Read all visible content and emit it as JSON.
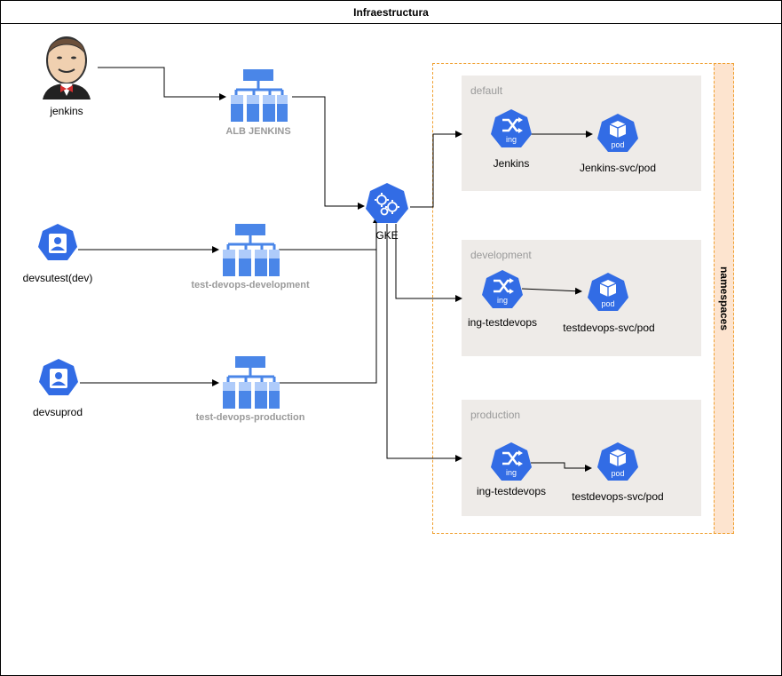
{
  "title": "Infraestructura",
  "actors": {
    "jenkins": "jenkins",
    "dev": "devsutest(dev)",
    "prod": "devsuprod"
  },
  "load_balancers": {
    "alb_jenkins": "ALB JENKINS",
    "dev": "test-devops-development",
    "prod": "test-devops-production"
  },
  "gke": "GKE",
  "namespaces_label": "namespaces",
  "namespaces": [
    {
      "name": "default",
      "ingress": "Jenkins",
      "service": "Jenkins-svc/pod"
    },
    {
      "name": "development",
      "ingress": "ing-testdevops",
      "service": "testdevops-svc/pod"
    },
    {
      "name": "production",
      "ingress": "ing-testdevops",
      "service": "testdevops-svc/pod"
    }
  ],
  "icon_text": {
    "ing": "ing",
    "pod": "pod"
  },
  "colors": {
    "k8s_blue": "#326ce5",
    "gcp_blue": "#4a86e8",
    "lb_light": "#aecbfa",
    "namespace_bg": "#eeebe8",
    "strip_bg": "#fde4cf",
    "dashed_border": "#f0a030",
    "grey_text": "#9a9a9a"
  },
  "icons": {
    "jenkins": "jenkins-butler-icon",
    "user": "user-icon",
    "lb": "load-balancer-icon",
    "gke": "gke-cluster-icon",
    "ingress": "ingress-icon",
    "pod": "pod-icon"
  }
}
